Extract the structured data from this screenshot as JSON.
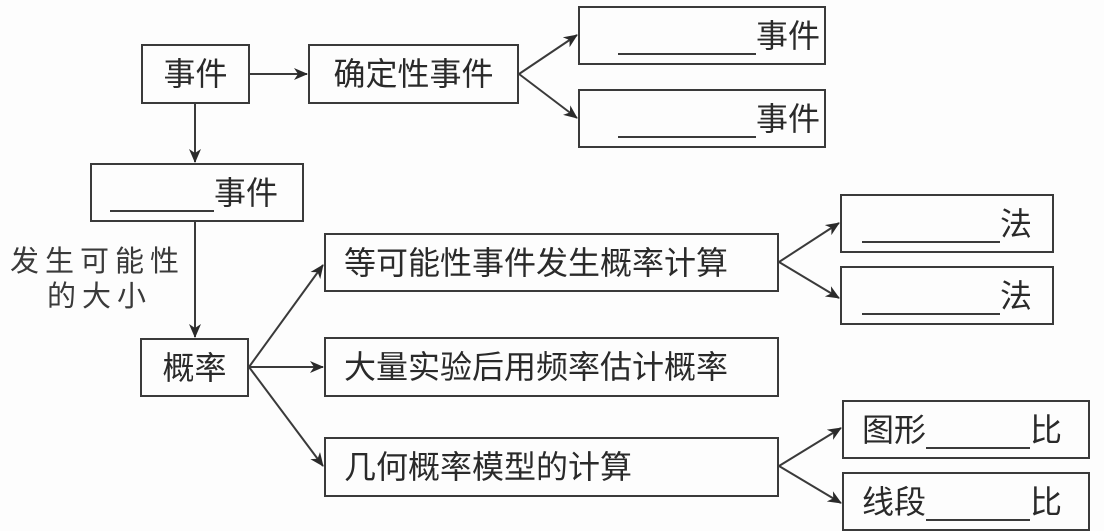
{
  "nodes": {
    "event": "事件",
    "certain_event": "确定性事件",
    "certain_sub_1": {
      "blank": "",
      "suffix": "事件"
    },
    "certain_sub_2": {
      "blank": "",
      "suffix": "事件"
    },
    "random_event": {
      "blank": "",
      "suffix": "事件"
    },
    "probability": "概率",
    "equal_likelihood": "等可能性事件发生概率计算",
    "equal_sub_1": {
      "blank": "",
      "suffix": "法"
    },
    "equal_sub_2": {
      "blank": "",
      "suffix": "法"
    },
    "frequency_estimate": "大量实验后用频率估计概率",
    "geometric": "几何概率模型的计算",
    "geometric_sub_1": {
      "prefix": "图形",
      "blank": "",
      "suffix": "比"
    },
    "geometric_sub_2": {
      "prefix": "线段",
      "blank": "",
      "suffix": "比"
    }
  },
  "edge_label": {
    "line1": "发生可能性",
    "line2": "的大小"
  },
  "colors": {
    "stroke": "#3a3a3a",
    "background": "#fdfdfd"
  }
}
